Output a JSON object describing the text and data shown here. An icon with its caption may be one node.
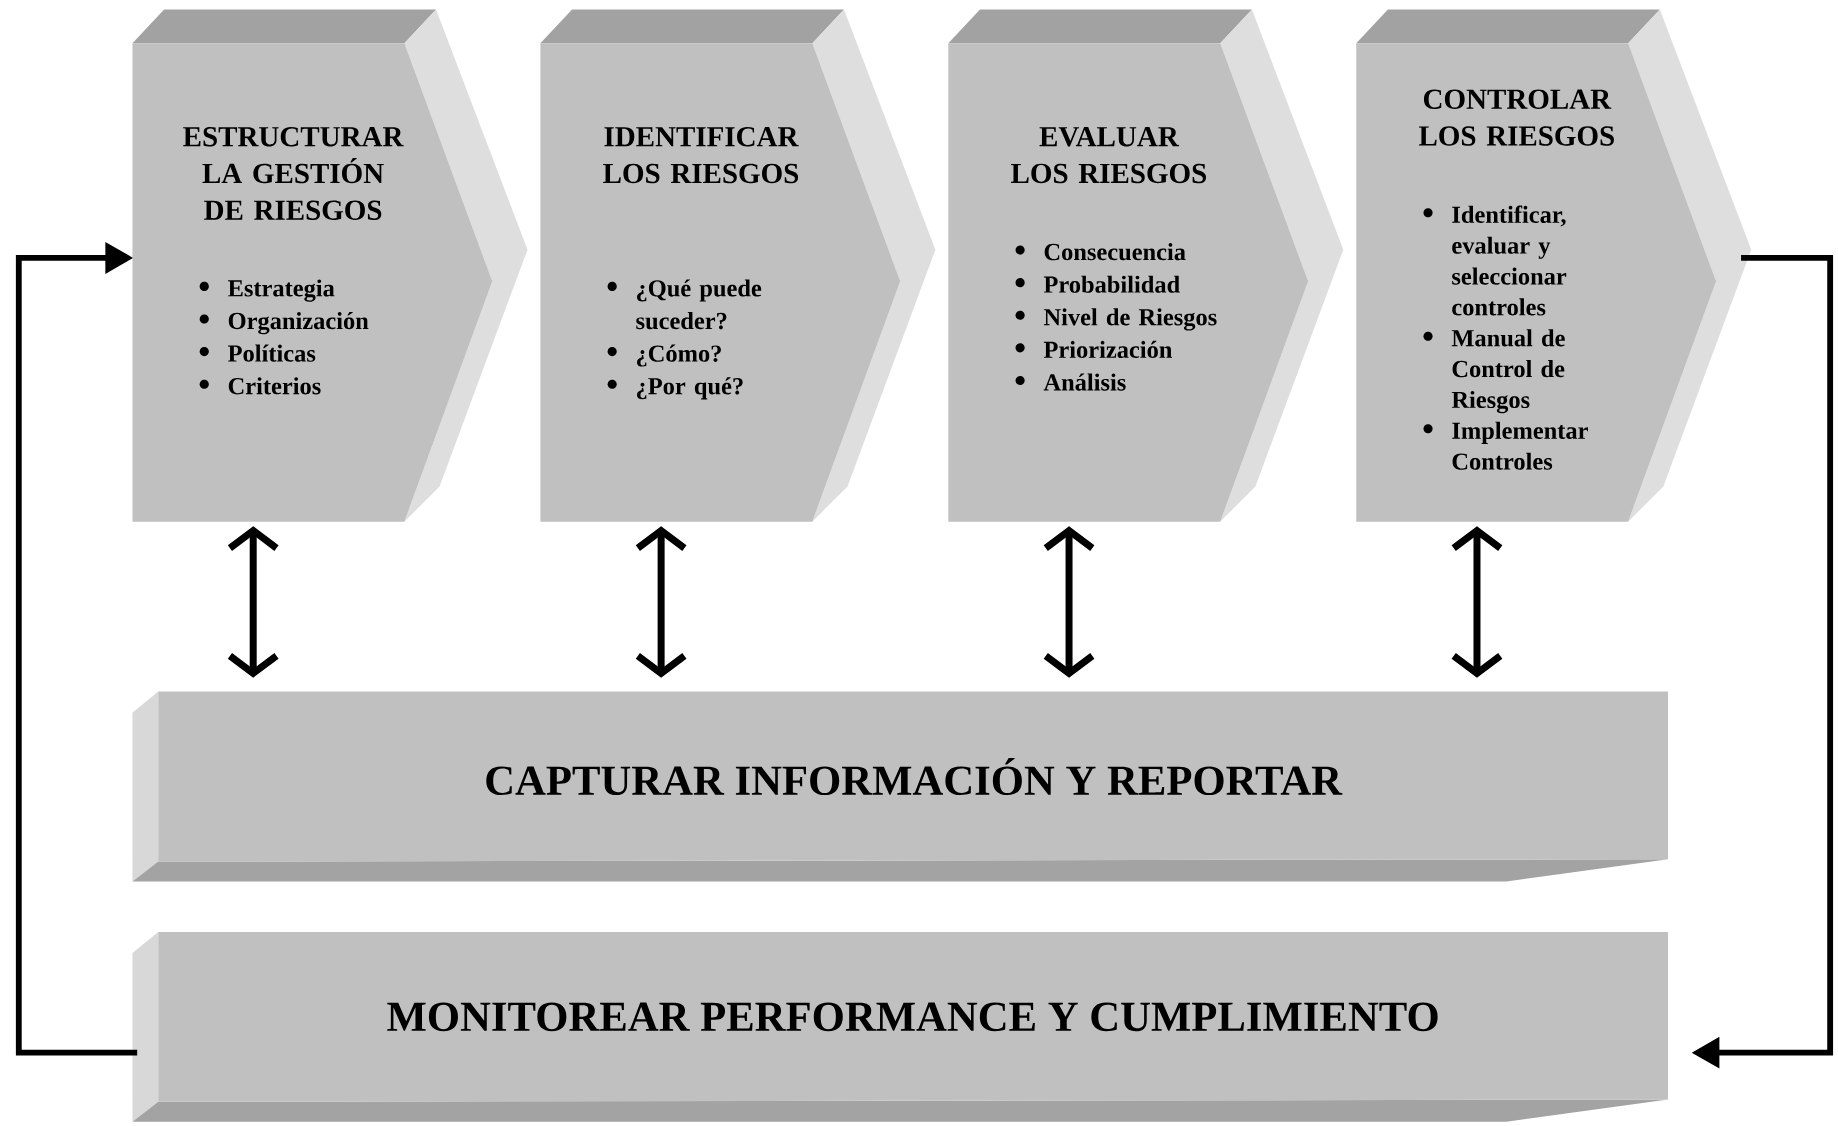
{
  "diagram": {
    "nodes": [
      {
        "text": [
          "ESTRUCTURAR LA GESTIÓN DE RIESGOS",
          "Estrategia",
          "Organización",
          "Políticas",
          "Criterios"
        ]
      },
      {
        "text": [
          "IDENTIFICAR LOS RIESGOS",
          "¿Qué puede suceder?",
          "¿Cómo?",
          "¿Por qué?"
        ]
      },
      {
        "text": [
          "EVALUAR LOS RIESGOS",
          "Consecuencia",
          "Probabilidad",
          "Nivel de Riesgos",
          "Priorización",
          "Análisis"
        ]
      },
      {
        "text": [
          "CONTROLAR LOS RIESGOS",
          "Identificar, evaluar y seleccionar controles",
          "Manual de Control de Riesgos",
          "Implementar Controles"
        ]
      },
      {
        "text": [
          "CAPTURAR INFORMACIÓN Y REPORTAR"
        ]
      },
      {
        "text": [
          "MONITOREAR PERFORMANCE Y CUMPLIMIENTO"
        ]
      }
    ],
    "edges": [
      {
        "from": 0,
        "to": 4,
        "arrow": "both"
      },
      {
        "from": 1,
        "to": 4,
        "arrow": "both"
      },
      {
        "from": 2,
        "to": 4,
        "arrow": "both"
      },
      {
        "from": 3,
        "to": 4,
        "arrow": "both"
      },
      {
        "from": 3,
        "to": 5,
        "arrow": "to"
      },
      {
        "from": 5,
        "to": 0,
        "arrow": "to"
      }
    ]
  }
}
